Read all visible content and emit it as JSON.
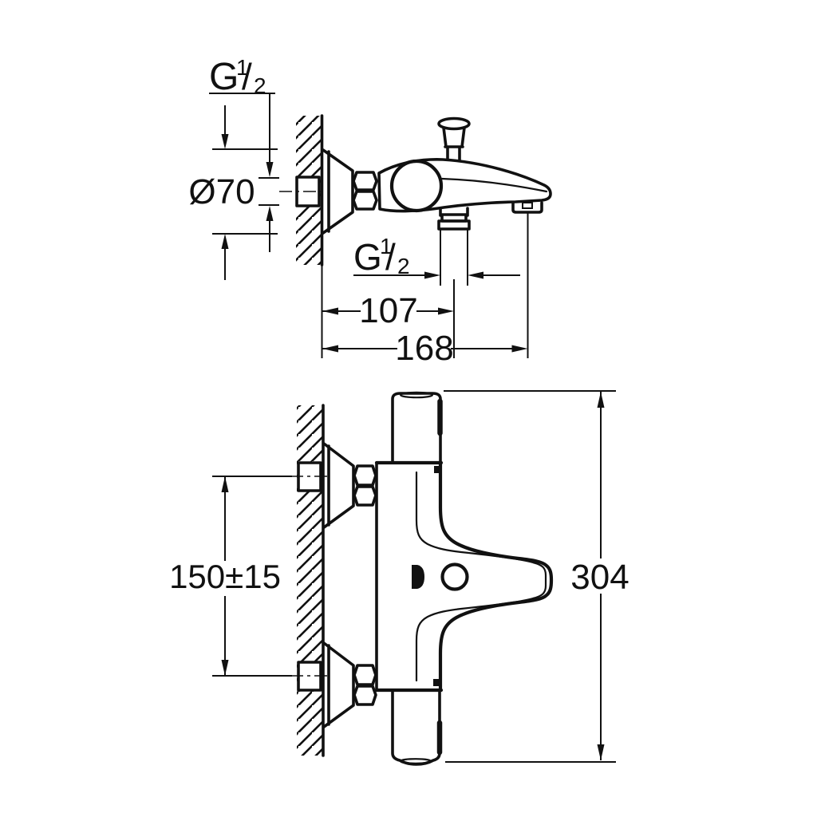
{
  "colors": {
    "line": "#111111",
    "background": "#ffffff"
  },
  "top_view": {
    "thread_label_top": {
      "letter": "G",
      "numerator": "1",
      "slash": "/",
      "denominator": "2"
    },
    "diameter_label": "Ø70",
    "thread_label_mid": {
      "letter": "G",
      "numerator": "1",
      "slash": "/",
      "denominator": "2"
    },
    "wall_to_shower_outlet": "107",
    "wall_to_spout_outlet": "168"
  },
  "bottom_view": {
    "connection_spacing": "150±15",
    "overall_height": "304"
  }
}
